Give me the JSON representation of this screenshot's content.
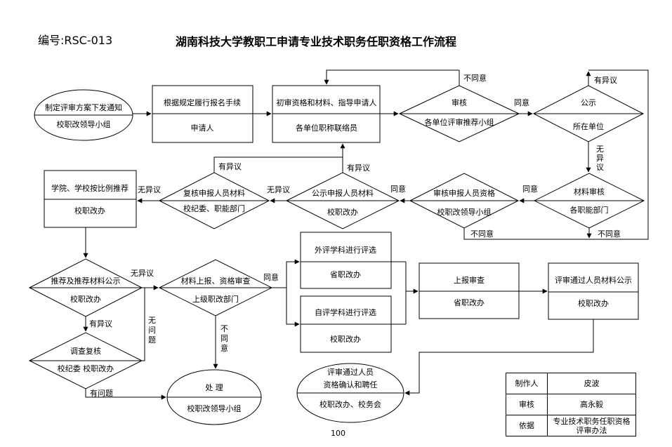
{
  "header": {
    "code": "编号:RSC-013",
    "title": "湖南科技大学教职工申请专业技术职务任职资格工作流程",
    "page_number": "100"
  },
  "nodes": {
    "start": {
      "line1": "制定评审方案下发通知",
      "line2": "校职改领导小组"
    },
    "apply": {
      "line1": "根据规定履行报名手续",
      "line2": "申请人"
    },
    "review_init": {
      "line1": "初审资格和材料、指导申请人",
      "line2": "各单位职称联络员"
    },
    "unit_review": {
      "line1": "审核",
      "line2": "各单位评审推荐小组"
    },
    "publicize_unit": {
      "line1": "公示",
      "line2": "所在单位"
    },
    "school_recommend": {
      "line1": "学院、学校按比例推荐",
      "line2": "校职改办"
    },
    "recheck": {
      "line1": "复核申报人员材料",
      "line2": "校纪委、职能部门"
    },
    "publicize_applicants": {
      "line1": "公示申报人员材料",
      "line2": "校职改办"
    },
    "verify_qualification": {
      "line1": "审核申报人员资格",
      "line2": "校职改领导小组"
    },
    "material_review": {
      "line1": "材料审核",
      "line2": "各职能部门"
    },
    "publicize_recommend": {
      "line1": "推荐及推荐材料公示",
      "line2": "校职改办"
    },
    "investigate": {
      "line1": "调查复核",
      "line2": "校纪委 校职改办"
    },
    "submit_review": {
      "line1": "材料上报、资格审查",
      "line2": "上级职改部门"
    },
    "external_eval": {
      "line1": "外评学科进行评选",
      "line2": "省职改办"
    },
    "self_eval": {
      "line1": "自评学科进行评选",
      "line2": "校职改办"
    },
    "report_review": {
      "line1": "上报审查",
      "line2": "省职改办"
    },
    "publicize_passed": {
      "line1": "评审通过人员材料公示",
      "line2": "校职改办"
    },
    "handle": {
      "line1": "处 理",
      "line2": "校职改领导小组"
    },
    "appoint": {
      "line1": "评审通过人员",
      "line1b": "资格确认和聘任",
      "line2": "校职改办、校务会"
    }
  },
  "labels": {
    "disagree": "不同意",
    "agree": "同意",
    "objection": "有异议",
    "no_objection": "无异议",
    "no_objection_v1": "无",
    "no_objection_v2": "异",
    "no_objection_v3": "议",
    "no_problem_v1": "无",
    "no_problem_v2": "问",
    "no_problem_v3": "题",
    "has_problem": "有问题",
    "disagree_v1": "不",
    "disagree_v2": "同",
    "disagree_v3": "意"
  },
  "signoff": {
    "rows": [
      {
        "key": "制作人",
        "value": "皮波"
      },
      {
        "key": "审核",
        "value": "高永毅"
      },
      {
        "key": "依据",
        "value": "专业技术职务任职资格",
        "value2": "评审办法"
      }
    ]
  }
}
